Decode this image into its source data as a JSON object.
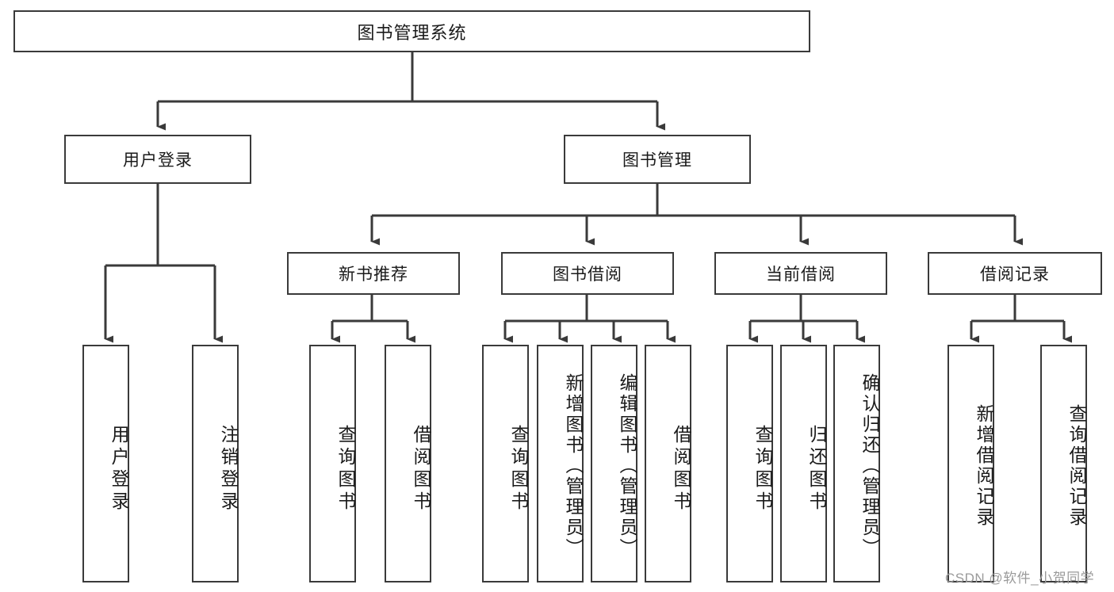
{
  "diagram": {
    "title": "图书管理系统",
    "type": "hierarchy-tree",
    "root": {
      "label": "图书管理系统"
    },
    "level2": [
      {
        "label": "用户登录"
      },
      {
        "label": "图书管理"
      }
    ],
    "level3": [
      {
        "label": "新书推荐"
      },
      {
        "label": "图书借阅"
      },
      {
        "label": "当前借阅"
      },
      {
        "label": "借阅记录"
      }
    ],
    "leaves": {
      "user_login": [
        {
          "label": "用户登录"
        },
        {
          "label": "注销登录"
        }
      ],
      "new_book_recommend": [
        {
          "label": "查询图书"
        },
        {
          "label": "借阅图书"
        }
      ],
      "book_borrow": [
        {
          "label": "查询图书"
        },
        {
          "label": "新增图书（管理员）"
        },
        {
          "label": "编辑图书（管理员）"
        },
        {
          "label": "借阅图书"
        }
      ],
      "current_borrow": [
        {
          "label": "查询图书"
        },
        {
          "label": "归还图书"
        },
        {
          "label": "确认归还（管理员）"
        }
      ],
      "borrow_record": [
        {
          "label": "新增借阅记录"
        },
        {
          "label": "查询借阅记录"
        }
      ]
    }
  },
  "watermark": {
    "text": "CSDN @软件_小贺同学"
  },
  "colors": {
    "stroke": "#3a3a3a",
    "text": "#1a1a1a",
    "background": "#ffffff",
    "watermark": "#9a9a9a"
  }
}
